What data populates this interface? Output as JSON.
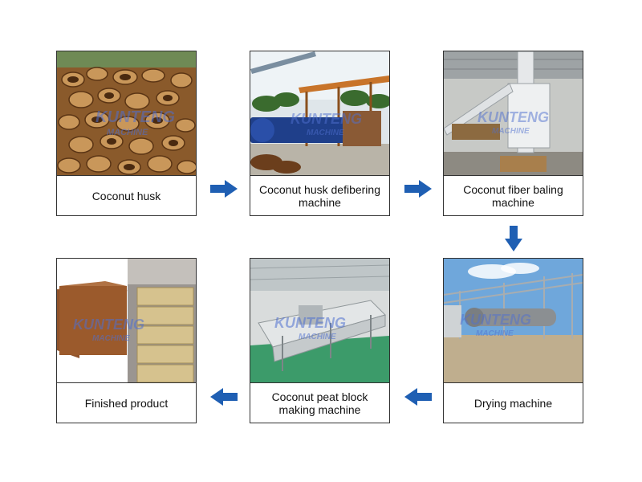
{
  "steps": [
    {
      "caption": "Coconut husk"
    },
    {
      "caption": "Coconut husk defibering machine"
    },
    {
      "caption": "Coconut fiber baling machine"
    },
    {
      "caption": "Drying machine"
    },
    {
      "caption": "Coconut peat block making machine"
    },
    {
      "caption": "Finished product"
    }
  ],
  "watermark": {
    "brand": "KUNTENG",
    "sub": "MACHINE"
  },
  "colors": {
    "arrow": "#1f5fb3",
    "border": "#333333"
  }
}
